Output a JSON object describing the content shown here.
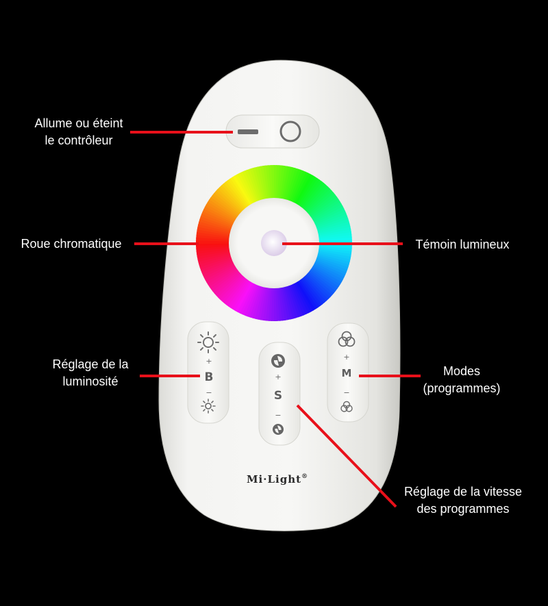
{
  "callouts": {
    "power": {
      "line1": "Allume ou éteint",
      "line2": "le contrôleur"
    },
    "wheel": {
      "line1": "Roue chromatique"
    },
    "led": {
      "line1": "Témoin lumineux"
    },
    "brightness": {
      "line1": "Réglage de la",
      "line2": "luminosité"
    },
    "modes": {
      "line1": "Modes",
      "line2": "(programmes)"
    },
    "speed": {
      "line1": "Réglage de la vitesse",
      "line2": "des programmes"
    }
  },
  "remote": {
    "brand": "Mi·Light",
    "trademark": "®",
    "brightness_letter": "B",
    "speed_letter": "S",
    "mode_letter": "M",
    "plus": "+",
    "minus": "−"
  },
  "colors": {
    "background": "#000000",
    "remote_body": "#f2f2f0",
    "callout_line": "#e8101a",
    "text": "#ffffff"
  }
}
